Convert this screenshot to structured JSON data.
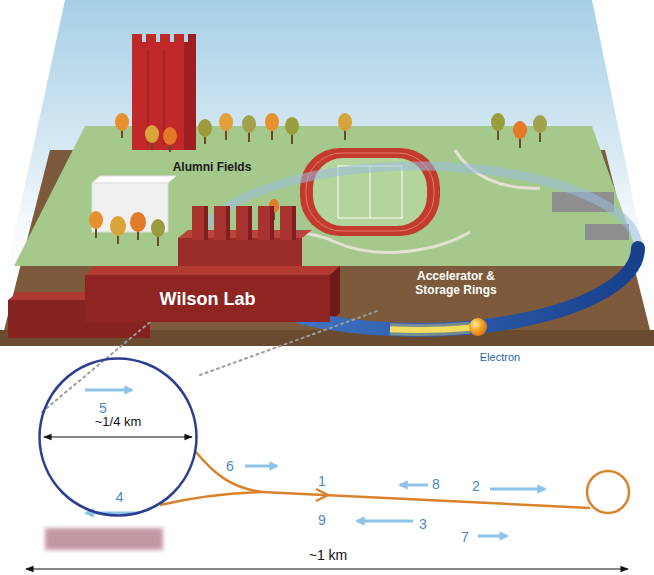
{
  "diagram": {
    "nodes": [
      {
        "text": [
          "Wilson Lab"
        ]
      },
      {
        "text": [
          "5",
          "~1/4 km",
          "4"
        ]
      }
    ],
    "labels": [
      "Alumni Fields",
      "Accelerator & Storage Rings",
      "Electron",
      "6",
      "1",
      "8",
      "2",
      "9",
      "3",
      "7",
      "~1 km"
    ]
  }
}
